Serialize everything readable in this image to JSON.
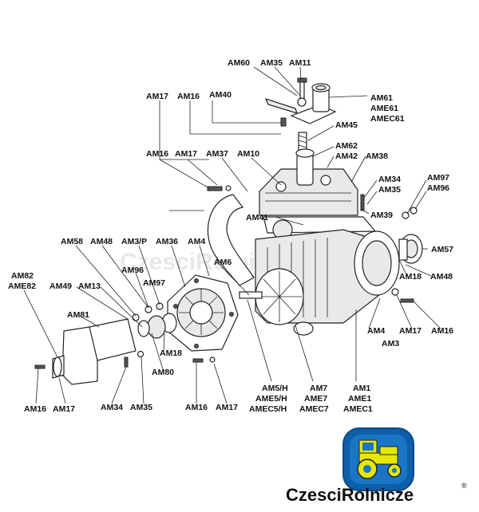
{
  "labels": {
    "am60": "AM60",
    "am35_top": "AM35",
    "am11": "AM11",
    "am61": "AM61",
    "ame61": "AME61",
    "amec61": "AMEC61",
    "am17_top": "AM17",
    "am16_top": "AM16",
    "am40": "AM40",
    "am45": "AM45",
    "am62": "AM62",
    "am42": "AM42",
    "am38": "AM38",
    "am16_mid": "AM16",
    "am17_mid": "AM17",
    "am37": "AM37",
    "am10": "AM10",
    "am34_r": "AM34",
    "am35_r": "AM35",
    "am97_r": "AM97",
    "am96_r": "AM96",
    "am39": "AM39",
    "am41": "AM41",
    "am57": "AM57",
    "am58": "AM58",
    "am48_l": "AM48",
    "am3p": "AM3/P",
    "am36": "AM36",
    "am4_top": "AM4",
    "am96_l": "AM96",
    "am6": "AM6",
    "am97_l": "AM97",
    "am82": "AM82",
    "ame82": "AME82",
    "am49": "AM49",
    "am13": "AM13",
    "am81": "AM81",
    "am18_r": "AM18",
    "am48_r": "AM48",
    "am18_l": "AM18",
    "am80": "AM80",
    "am4_r": "AM4",
    "am17_r": "AM17",
    "am16_r": "AM16",
    "am3": "AM3",
    "am5h": "AM5/H",
    "ame5h": "AME5/H",
    "amec5h": "AMEC5/H",
    "am7": "AM7",
    "ame7": "AME7",
    "amec7": "AMEC7",
    "am1": "AM1",
    "ame1": "AME1",
    "amec1": "AMEC1",
    "am16_bl": "AM16",
    "am17_bl": "AM17",
    "am34_b": "AM34",
    "am35_b": "AM35",
    "am16_bm": "AM16",
    "am17_bm": "AM17"
  },
  "brand": {
    "name": "CzesciRolnicze",
    "registered": "®",
    "watermark": "CzesciRolnicze",
    "logo_frame_color": "#0d5fa8",
    "logo_tractor_color": "#e6e600"
  }
}
